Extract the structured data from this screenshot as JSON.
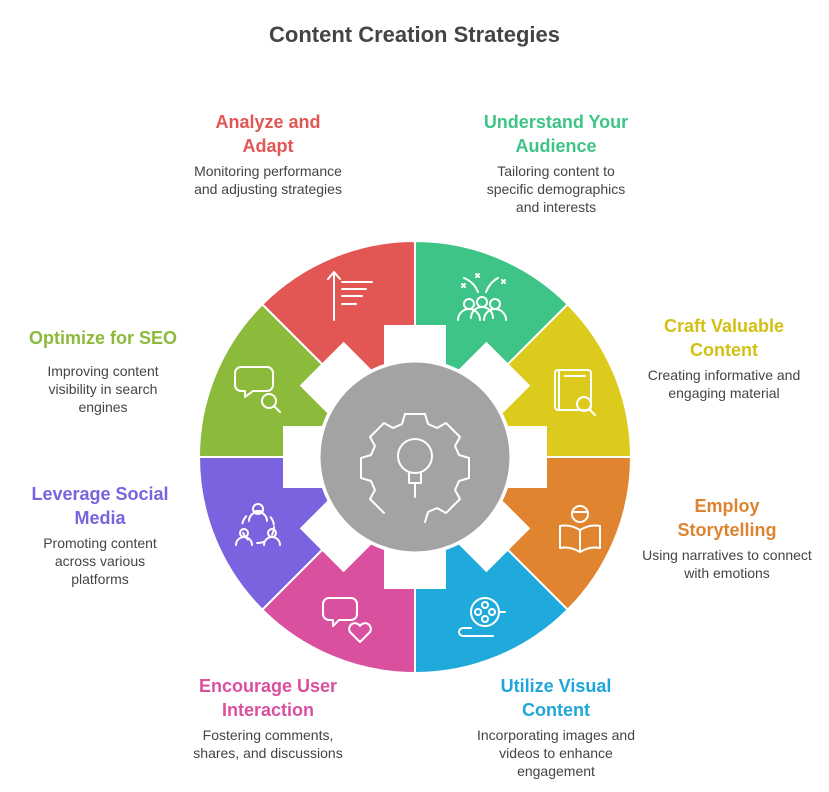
{
  "title": "Content Creation Strategies",
  "colors": {
    "center": "#a3a3a3"
  },
  "segments": [
    {
      "key": "audience",
      "title": "Understand Your Audience",
      "desc": "Tailoring content to specific demographics and interests",
      "color": "#3ec486",
      "title_color": "#3ec486",
      "icon": "audience-icon"
    },
    {
      "key": "valuable",
      "title": "Craft Valuable Content",
      "desc": "Creating informative and engaging material",
      "color": "#dccb1c",
      "title_color": "#d3c016",
      "icon": "book-search-icon"
    },
    {
      "key": "storytelling",
      "title": "Employ Storytelling",
      "desc": "Using narratives to connect with emotions",
      "color": "#e08430",
      "title_color": "#dd8430",
      "icon": "reader-icon"
    },
    {
      "key": "visual",
      "title": "Utilize Visual Content",
      "desc": "Incorporating images and videos to enhance engagement",
      "color": "#1faadb",
      "title_color": "#1fa6d8",
      "icon": "film-reel-icon"
    },
    {
      "key": "interaction",
      "title": "Encourage User Interaction",
      "desc": "Fostering comments, shares, and discussions",
      "color": "#d9509f",
      "title_color": "#d9509f",
      "icon": "chat-heart-icon"
    },
    {
      "key": "social",
      "title": "Leverage Social Media",
      "desc": "Promoting content across various platforms",
      "color": "#7b63e0",
      "title_color": "#7b63e0",
      "icon": "network-people-icon"
    },
    {
      "key": "seo",
      "title": "Optimize for SEO",
      "desc": "Improving content visibility in search engines",
      "color": "#8cba3b",
      "title_color": "#8cba3b",
      "icon": "chat-search-icon"
    },
    {
      "key": "analyze",
      "title": "Analyze and Adapt",
      "desc": "Monitoring performance and adjusting strategies",
      "color": "#e25654",
      "title_color": "#e25654",
      "icon": "sort-arrow-icon"
    }
  ]
}
